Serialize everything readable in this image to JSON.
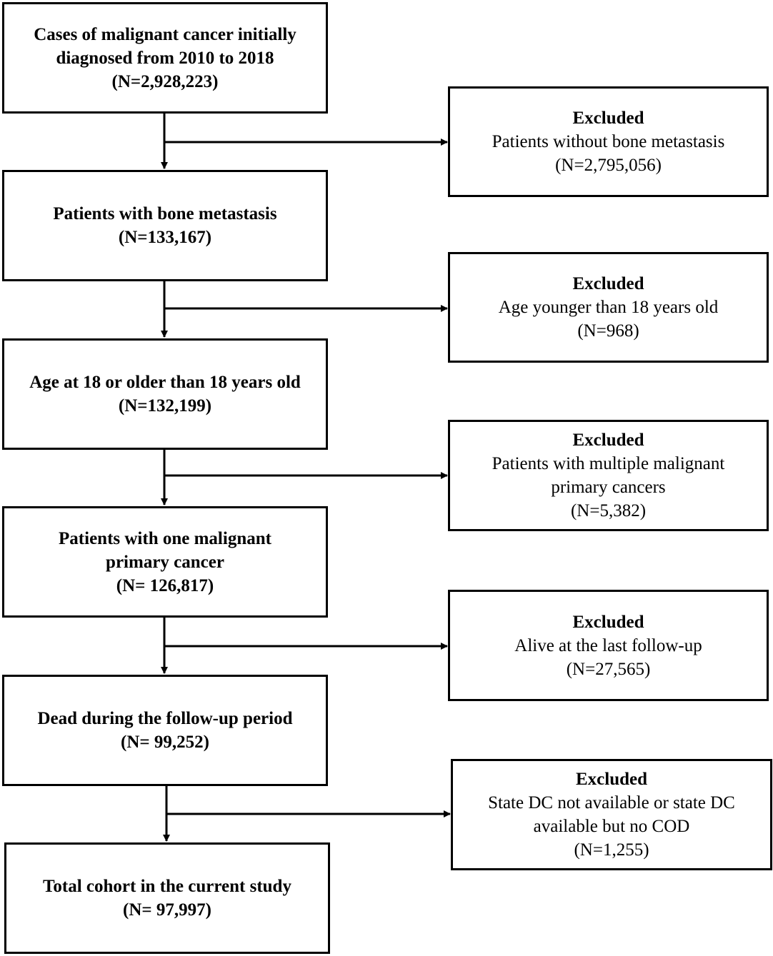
{
  "steps": [
    {
      "lines": [
        "Cases of malignant cancer initially",
        "diagnosed from 2010 to 2018",
        "(N=2,928,223)"
      ]
    },
    {
      "lines": [
        "Patients with bone metastasis",
        "(N=133,167)"
      ]
    },
    {
      "lines": [
        "Age at 18 or older than 18 years old",
        "(N=132,199)"
      ]
    },
    {
      "lines": [
        "Patients with one malignant",
        "primary cancer",
        "(N= 126,817)"
      ]
    },
    {
      "lines": [
        "Dead during the follow-up period",
        "(N= 99,252)"
      ]
    },
    {
      "lines": [
        "Total cohort in the current study",
        "(N= 97,997)"
      ]
    }
  ],
  "exclusions": [
    {
      "heading": "Excluded",
      "lines": [
        "Patients without bone metastasis",
        "(N=2,795,056)"
      ]
    },
    {
      "heading": "Excluded",
      "lines": [
        "Age younger than 18 years old",
        "(N=968)"
      ]
    },
    {
      "heading": "Excluded",
      "lines": [
        "Patients with multiple malignant",
        "primary cancers",
        "(N=5,382)"
      ]
    },
    {
      "heading": "Excluded",
      "lines": [
        "Alive at the last follow-up",
        "(N=27,565)"
      ]
    },
    {
      "heading": "Excluded",
      "lines": [
        "State DC not available or state DC",
        "available but no COD",
        "(N=1,255)"
      ]
    }
  ]
}
